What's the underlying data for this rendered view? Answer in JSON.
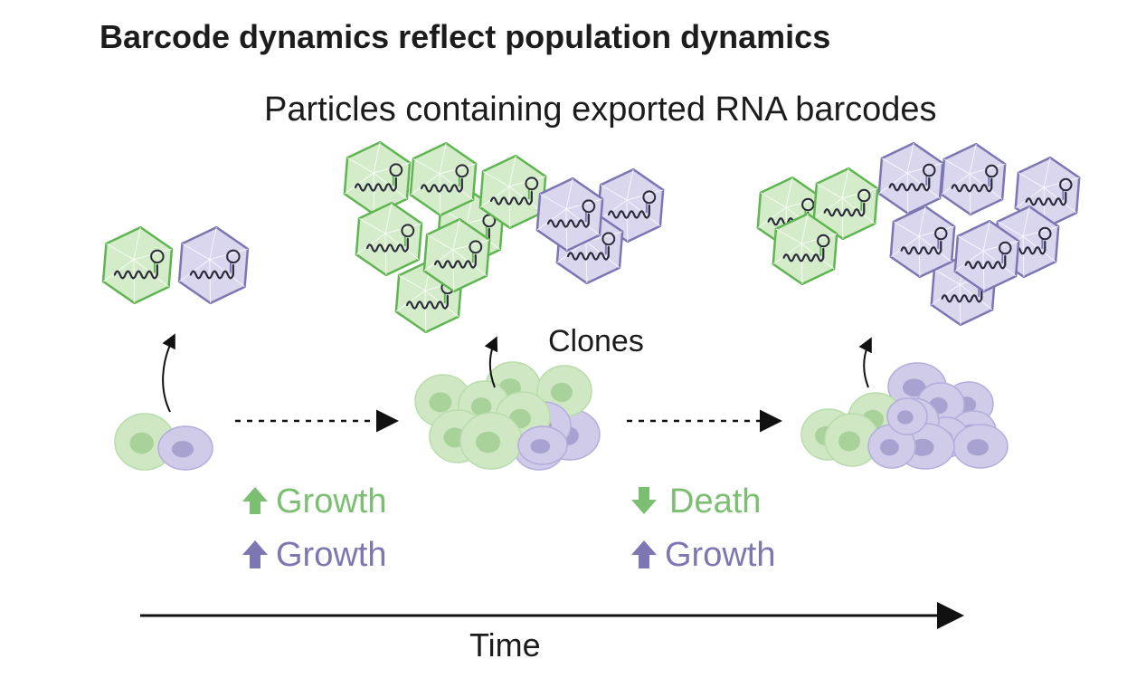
{
  "title": "Barcode dynamics reflect population dynamics",
  "subtitle": "Particles containing exported RNA barcodes",
  "clones_label": "Clones",
  "time_label": "Time",
  "transitions": [
    {
      "green": {
        "direction": "up",
        "label": "Growth"
      },
      "purple": {
        "direction": "up",
        "label": "Growth"
      }
    },
    {
      "green": {
        "direction": "down",
        "label": "Death"
      },
      "purple": {
        "direction": "up",
        "label": "Growth"
      }
    }
  ],
  "colors": {
    "green_fill": "#d4ecc9",
    "green_stroke": "#5fb551",
    "green_text": "#7cbf72",
    "purple_fill": "#d9d6ee",
    "purple_stroke": "#7c76b3",
    "purple_text": "#7c76b3",
    "cell_green": "#cfe8c3",
    "cell_green_nucleus": "#a8d29a",
    "cell_purple": "#cfcbe8",
    "cell_purple_nucleus": "#a7a2cf"
  }
}
